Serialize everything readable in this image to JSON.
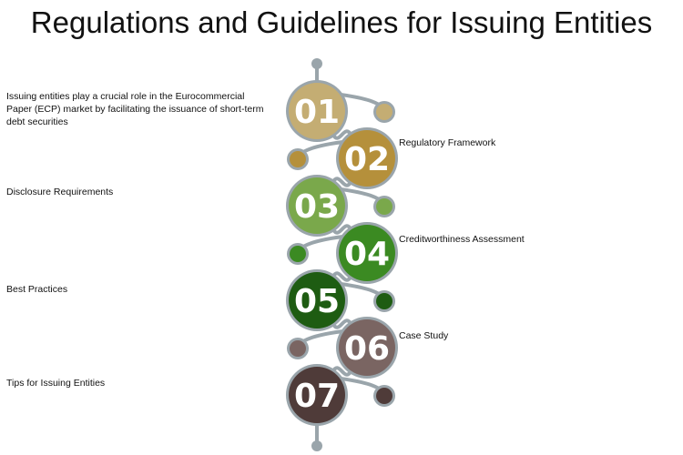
{
  "title": "Regulations and Guidelines for Issuing Entities",
  "steps": [
    {
      "number": "01",
      "label": "Issuing entities play a crucial role in the Eurocommercial Paper (ECP) market by facilitating the issuance of short-term debt securities",
      "color": "#c4ad73"
    },
    {
      "number": "02",
      "label": "Regulatory Framework",
      "color": "#b5903b"
    },
    {
      "number": "03",
      "label": "Disclosure Requirements",
      "color": "#7aa84b"
    },
    {
      "number": "04",
      "label": "Creditworthiness Assessment",
      "color": "#3b8a22"
    },
    {
      "number": "05",
      "label": "Best Practices",
      "color": "#1e5c12"
    },
    {
      "number": "06",
      "label": "Case Study",
      "color": "#7a6562"
    },
    {
      "number": "07",
      "label": "Tips for Issuing Entities",
      "color": "#4f3b39"
    }
  ],
  "connector_color": "#9aa5ab"
}
